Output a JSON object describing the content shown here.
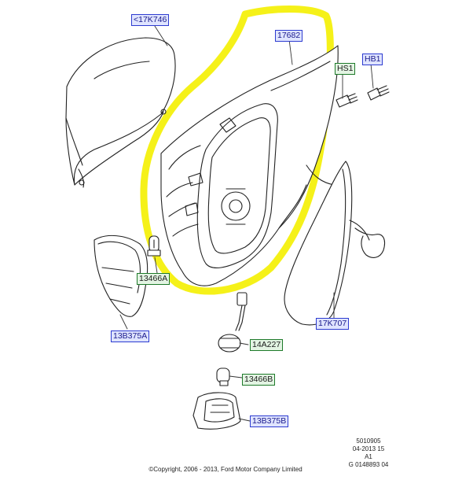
{
  "labels": {
    "cover_top": "<17K746",
    "housing": "17682",
    "hs1": "HS1",
    "hb1": "HB1",
    "bulb_left": "13466A",
    "lamp_left": "13B375A",
    "glass": "17K707",
    "socket": "14A227",
    "bulb_bottom": "13466B",
    "lamp_bottom": "13B375B"
  },
  "document": {
    "line1": "5010905",
    "line2": "04-2013 15",
    "line3": "A1",
    "line4": "G 0148893 04"
  },
  "copyright": "©Copyright, 2006 - 2013, Ford Motor Company Limited",
  "colors": {
    "highlight": "#f4f000",
    "label_blue_border": "#2d3bd0",
    "label_green_border": "#1e7a2a"
  }
}
